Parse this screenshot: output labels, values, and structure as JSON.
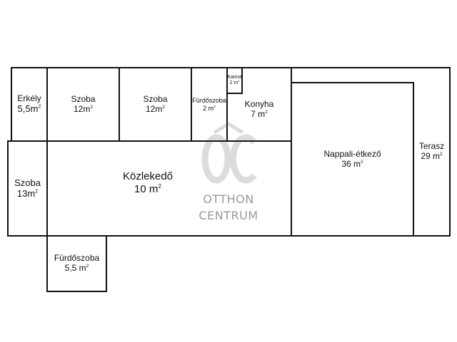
{
  "rooms": {
    "erkely": {
      "name": "Erkély",
      "area": "5,5m",
      "sup": "2"
    },
    "szoba1": {
      "name": "Szoba",
      "area": "12m",
      "sup": "2"
    },
    "szoba2": {
      "name": "Szoba",
      "area": "12m",
      "sup": "2"
    },
    "furdo1": {
      "name": "Fürdőszoba",
      "area": "2 m",
      "sup": "2"
    },
    "kamra": {
      "name": "Kamra",
      "area": "2 m",
      "sup": "2"
    },
    "konyha": {
      "name": "Konyha",
      "area": "7 m",
      "sup": "2"
    },
    "nappali": {
      "name": "Nappali-étkező",
      "area": "36 m",
      "sup": "2"
    },
    "terasz": {
      "name": "Terasz",
      "area": "29 m",
      "sup": "2"
    },
    "szoba3": {
      "name": "Szoba",
      "area": "13m",
      "sup": "2"
    },
    "kozlekedo": {
      "name": "Közlekedő",
      "area": "10 m",
      "sup": "2"
    },
    "furdo2": {
      "name": "Fürdőszoba",
      "area": "5,5 m",
      "sup": "2"
    }
  },
  "watermark": {
    "line1": "OTTHON",
    "line2": "CENTRUM",
    "logo_text": "ÔC",
    "color": "#9a9a9a"
  },
  "colors": {
    "line": "#111111",
    "background": "#ffffff"
  }
}
